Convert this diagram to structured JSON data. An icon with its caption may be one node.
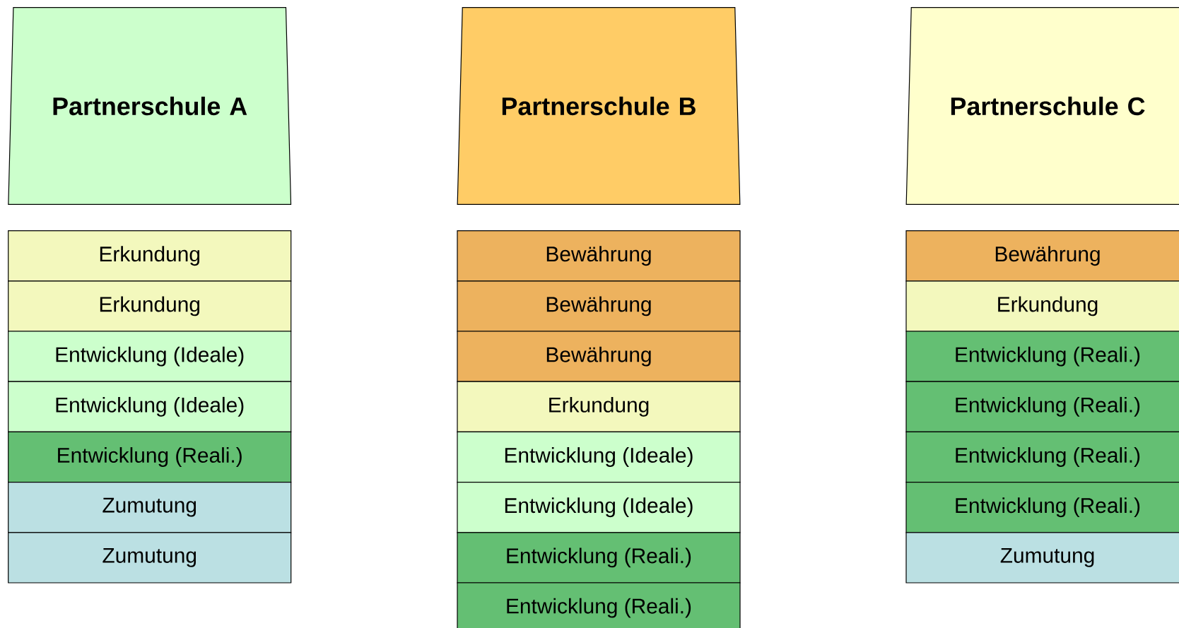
{
  "diagram": {
    "nodes": [
      {
        "text": [
          "Partnerschule A"
        ]
      },
      {
        "text": [
          "Erkundung"
        ]
      },
      {
        "text": [
          "Erkundung"
        ]
      },
      {
        "text": [
          "Entwicklung (Ideale)"
        ]
      },
      {
        "text": [
          "Entwicklung (Ideale)"
        ]
      },
      {
        "text": [
          "Entwicklung (Reali.)"
        ]
      },
      {
        "text": [
          "Zumutung"
        ]
      },
      {
        "text": [
          "Zumutung"
        ]
      },
      {
        "text": [
          "Partnerschule B"
        ]
      },
      {
        "text": [
          "Bewährung"
        ]
      },
      {
        "text": [
          "Bewährung"
        ]
      },
      {
        "text": [
          "Bewährung"
        ]
      },
      {
        "text": [
          "Erkundung"
        ]
      },
      {
        "text": [
          "Entwicklung (Ideale)"
        ]
      },
      {
        "text": [
          "Entwicklung (Ideale)"
        ]
      },
      {
        "text": [
          "Entwicklung (Reali.)"
        ]
      },
      {
        "text": [
          "Entwicklung (Reali.)"
        ]
      },
      {
        "text": [
          "Partnerschule C"
        ]
      },
      {
        "text": [
          "Bewährung"
        ]
      },
      {
        "text": [
          "Erkundung"
        ]
      },
      {
        "text": [
          "Entwicklung (Reali.)"
        ]
      },
      {
        "text": [
          "Entwicklung (Reali.)"
        ]
      },
      {
        "text": [
          "Entwicklung (Reali.)"
        ]
      },
      {
        "text": [
          "Entwicklung (Reali.)"
        ]
      },
      {
        "text": [
          "Zumutung"
        ]
      }
    ]
  }
}
